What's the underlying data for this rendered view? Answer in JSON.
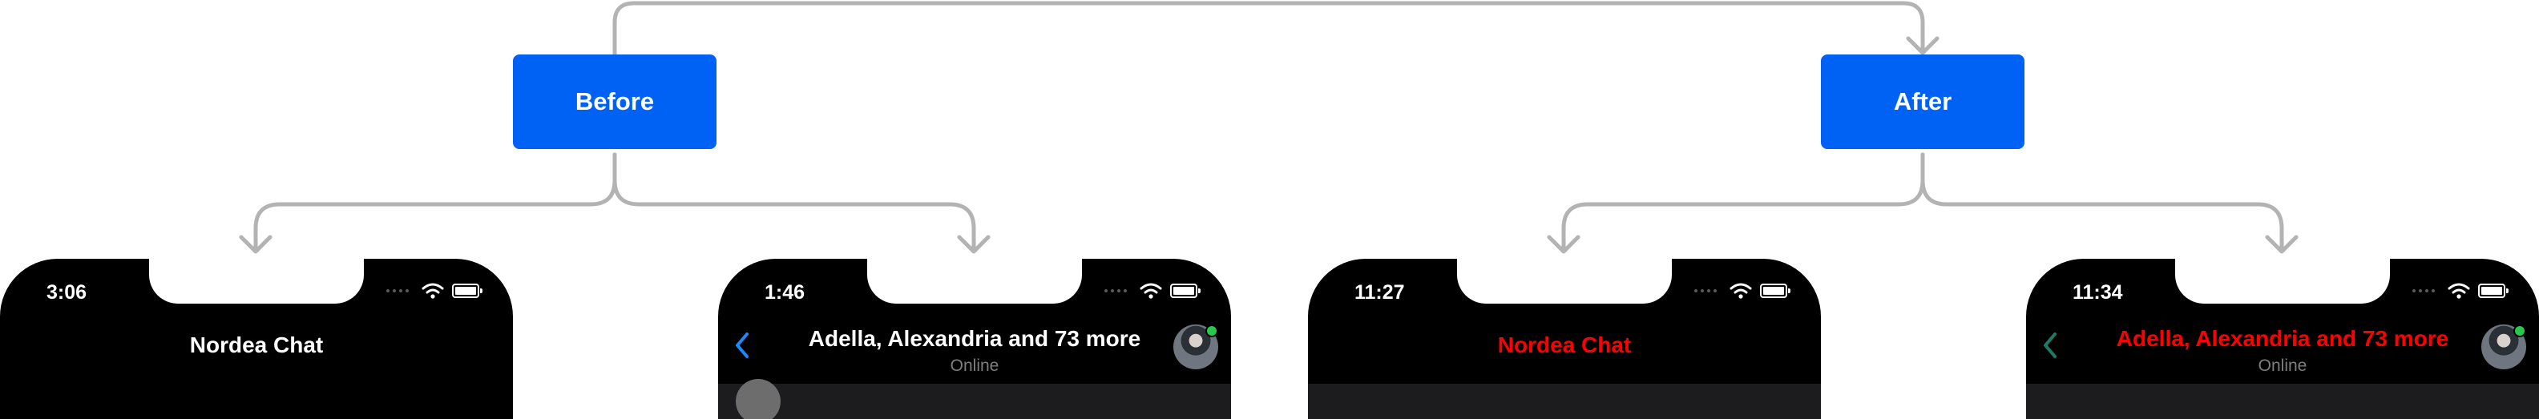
{
  "stages": {
    "before": "Before",
    "after": "After"
  },
  "screens": [
    {
      "time": "3:06",
      "title": "Nordea Chat",
      "subtitle": ""
    },
    {
      "time": "1:46",
      "title": "Adella, Alexandria and 73 more",
      "subtitle": "Online"
    },
    {
      "time": "11:27",
      "title": "Nordea Chat",
      "subtitle": ""
    },
    {
      "time": "11:34",
      "title": "Adella, Alexandria and 73 more",
      "subtitle": "Online"
    }
  ],
  "colors": {
    "stage_box": "#0062f5",
    "connector": "#b3b3b3",
    "before_title": "#ffffff",
    "after_title": "#ff0000",
    "online_indicator": "#27c94d",
    "before_back_chevron": "#1e88ff",
    "after_back_chevron": "#1c7a66"
  }
}
